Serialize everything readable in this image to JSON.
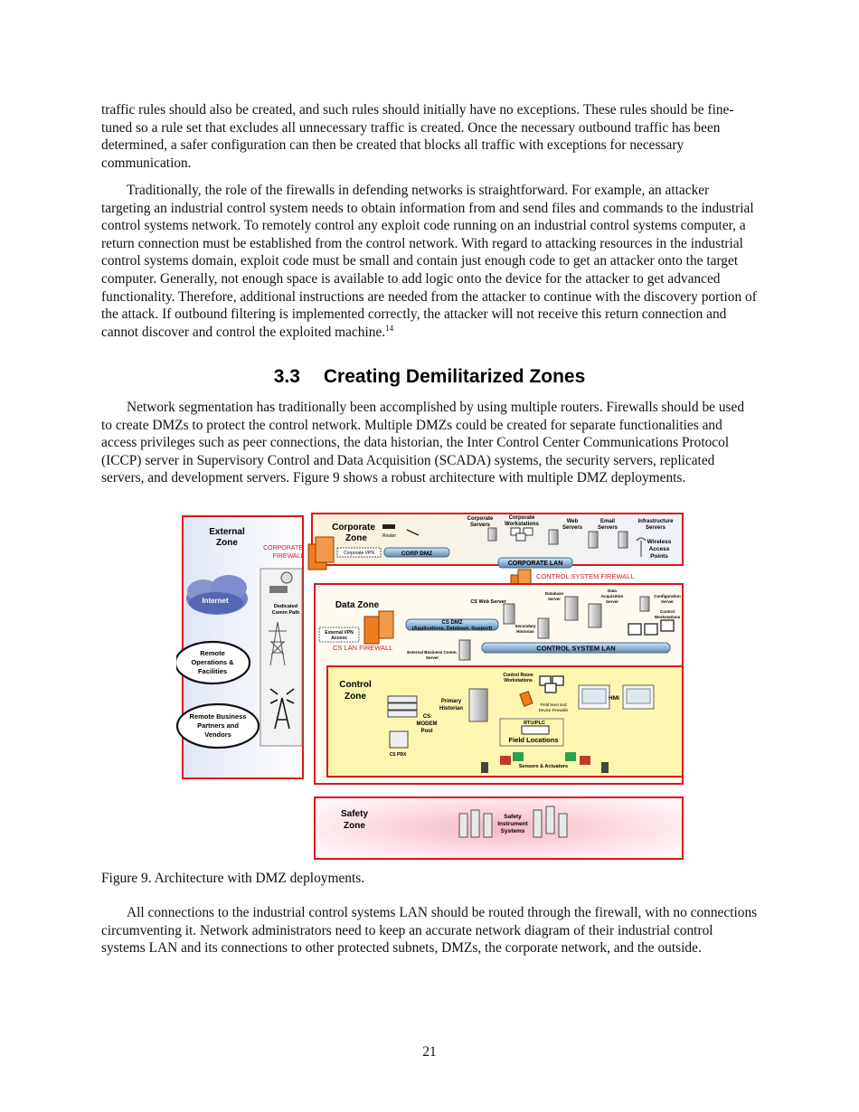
{
  "paragraphs": {
    "p1": "traffic rules should also be created, and such rules should initially have no exceptions. These rules should be fine-tuned so a rule set that excludes all unnecessary traffic is created. Once the necessary outbound traffic has been determined, a safer configuration can then be created that blocks all traffic with exceptions for necessary communication.",
    "p2": "Traditionally, the role of the firewalls in defending networks is straightforward. For example, an attacker targeting an industrial control system needs to obtain information from and send files and commands to the industrial control systems network. To remotely control any exploit code running on an industrial control systems computer, a return connection must be established from the control network. With regard to attacking resources in the industrial control systems domain, exploit code must be small and contain just enough code to get an attacker onto the target computer. Generally, not enough space is available to add logic onto the device for the attacker to get advanced functionality. Therefore, additional instructions are needed from the attacker to continue with the discovery portion of the attack. If outbound filtering is implemented correctly, the attacker will not receive this return connection and cannot discover and control the exploited machine.",
    "p2_footnote": "14",
    "p3": "Network segmentation has traditionally been accomplished by using multiple routers. Firewalls should be used to create DMZs to protect the control network. Multiple DMZs could be created for separate functionalities and access privileges such as peer connections, the data historian, the Inter Control Center Communications Protocol (ICCP) server in Supervisory Control and Data Acquisition (SCADA) systems, the security servers, replicated servers, and development servers. Figure 9 shows a robust architecture with multiple DMZ deployments.",
    "p4": "All connections to the industrial control systems LAN should be routed through the firewall, with no connections circumventing it. Network administrators need to keep an accurate network diagram of their industrial control systems LAN and its connections to other protected subnets, DMZs, the corporate network, and the outside."
  },
  "section": {
    "number": "3.3",
    "title": "Creating Demilitarized Zones"
  },
  "figure": {
    "caption": "Figure 9. Architecture with DMZ deployments.",
    "zones": {
      "external": "External Zone",
      "corporate": "Corporate Zone",
      "data": "Data Zone",
      "control": "Control Zone",
      "safety": "Safety Zone"
    },
    "labels": {
      "internet": "Internet",
      "remote_ops": "Remote Operations & Facilities",
      "remote_partners": "Remote Business Partners and Vendors",
      "dedicated_comm": "Dedicated Comm Path",
      "corporate_firewall": "CORPORATE FIREWALL",
      "corporate_vpn": "Corporate VPN",
      "router": "Router",
      "corp_dmz": "CORP DMZ",
      "corporate_lan": "CORPORATE LAN",
      "corporate_servers": "Corporate Servers",
      "corporate_workstations": "Corporate Workstations",
      "web_servers": "Web Servers",
      "email_servers": "Email Servers",
      "infrastructure_servers": "Infrastructure Servers",
      "wireless_access_points": "Wireless Access Points",
      "control_system_firewall": "CONTROL SYSTEM FIREWALL",
      "cs_web_server": "CS Web Server",
      "database_server": "Database Server",
      "data_acquisition_server": "Data Acquisition Server",
      "configuration_server": "Configuration Server",
      "control_workstations": "Control Workstations",
      "cs_dmz": "CS DMZ",
      "cs_dmz_sub": "(Applications, Database, Support)",
      "secondary_historian": "Secondary Historian",
      "external_vpn": "External VPN Access",
      "cs_lan_firewall": "CS LAN FIREWALL",
      "external_business_comm": "External Business Comm. Server",
      "control_system_lan": "CONTROL SYSTEM LAN",
      "control_room_workstations": "Control Room Workstations",
      "primary_historian": "Primary Historian",
      "cs_modem_pool": "CS MODEM Pool",
      "cs_pbx": "CS PBX",
      "field_level_firewalls": "Field level and Device Firewalls",
      "rtu_plc": "RTU/PLC",
      "field_locations": "Field Locations",
      "hmi": "HMI",
      "sensors_actuators": "Sensors & Actuators",
      "safety_instrument_systems": "Safety Instrument Systems"
    },
    "colors": {
      "zone_border": "#e0141c",
      "lan_bar": "#8fb4d6",
      "firewall": "#f07d1e",
      "control_fill": "#fdf6b0"
    }
  },
  "page_number": "21"
}
